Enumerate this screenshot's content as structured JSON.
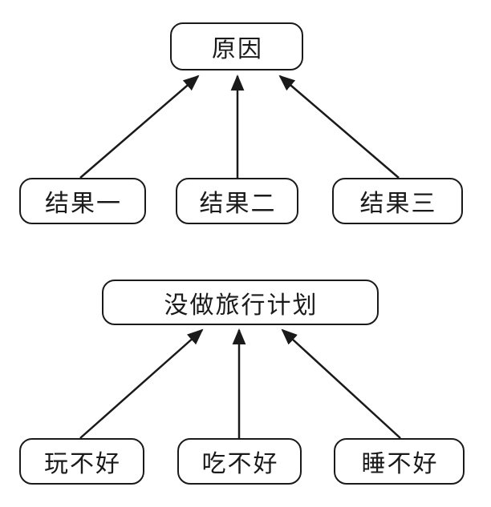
{
  "diagram": {
    "top": {
      "root": "原因",
      "children": [
        "结果一",
        "结果二",
        "结果三"
      ]
    },
    "bottom": {
      "root": "没做旅行计划",
      "children": [
        "玩不好",
        "吃不好",
        "睡不好"
      ]
    }
  },
  "colors": {
    "background": "#ffffff",
    "stroke": "#1a1a1a",
    "text": "#1a1a1a"
  }
}
